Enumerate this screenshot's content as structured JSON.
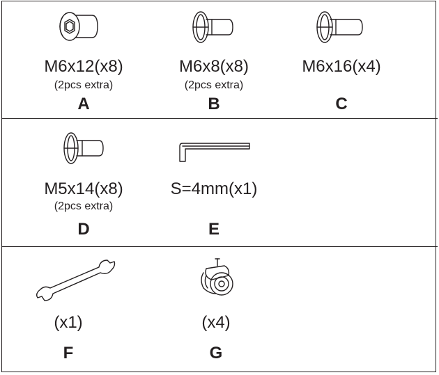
{
  "parts": {
    "A": {
      "icon": "hex-button-head-screw-icon",
      "size": "M6x12(x8)",
      "extra": "(2pcs extra)",
      "letter": "A"
    },
    "B": {
      "icon": "flat-head-screw-icon",
      "size": "M6x8(x8)",
      "extra": "(2pcs extra)",
      "letter": "B"
    },
    "C": {
      "icon": "flat-head-screw-icon",
      "size": "M6x16(x4)",
      "extra": "",
      "letter": "C"
    },
    "D": {
      "icon": "flat-head-screw-icon",
      "size": "M5x14(x8)",
      "extra": "(2pcs extra)",
      "letter": "D"
    },
    "E": {
      "icon": "allen-key-icon",
      "size": "S=4mm(x1)",
      "extra": "",
      "letter": "E"
    },
    "F": {
      "icon": "open-end-wrench-icon",
      "size": "(x1)",
      "extra": "",
      "letter": "F"
    },
    "G": {
      "icon": "caster-wheel-icon",
      "size": "(x4)",
      "extra": "",
      "letter": "G"
    }
  }
}
